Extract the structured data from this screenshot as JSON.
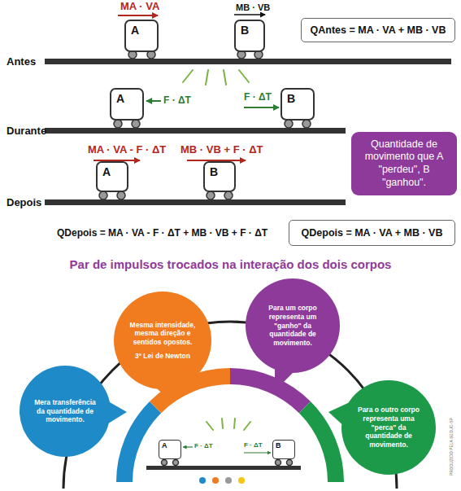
{
  "diagram": {
    "title": "Par de impulsos trocados na interação dos dois corpos",
    "nodes": [
      {
        "text": [
          "A"
        ]
      },
      {
        "text": [
          "B"
        ]
      },
      {
        "text": [
          "QAntes = MA · VA + MB · VB"
        ]
      },
      {
        "text": [
          "A"
        ]
      },
      {
        "text": [
          "B"
        ]
      },
      {
        "text": [
          "Quantidade de movimento que A \"perdeu\", B \"ganhou\"."
        ]
      },
      {
        "text": [
          "A"
        ]
      },
      {
        "text": [
          "B"
        ]
      },
      {
        "text": [
          "QDepois = MA · VA + MB · VB"
        ]
      },
      {
        "text": [
          "Mesma intensidade, mesma direção e sentidos opostos.",
          "3ª Lei de Newton"
        ]
      },
      {
        "text": [
          "Para um corpo representa um \"ganho\" da quantidade de movimento."
        ]
      },
      {
        "text": [
          "Mera transferência da quantidade de movimento."
        ]
      },
      {
        "text": [
          "Para o outro corpo representa uma \"perca\" da quantidade de movimento."
        ]
      },
      {
        "text": [
          "A"
        ]
      },
      {
        "text": [
          "B"
        ]
      }
    ],
    "labels": [
      "Antes",
      "MA · VA",
      "MB · VB",
      "Durante",
      "F · ΔT",
      "F · ΔT",
      "Depois",
      "MA · VA - F · ΔT",
      "MB · VB + F · ΔT",
      "QDepois = MA · VA - F · ΔT + MB · VB + F · ΔT",
      "F · ΔT",
      "F · ΔT",
      "PRODUZIDO PELA SEDUC-SP"
    ]
  }
}
